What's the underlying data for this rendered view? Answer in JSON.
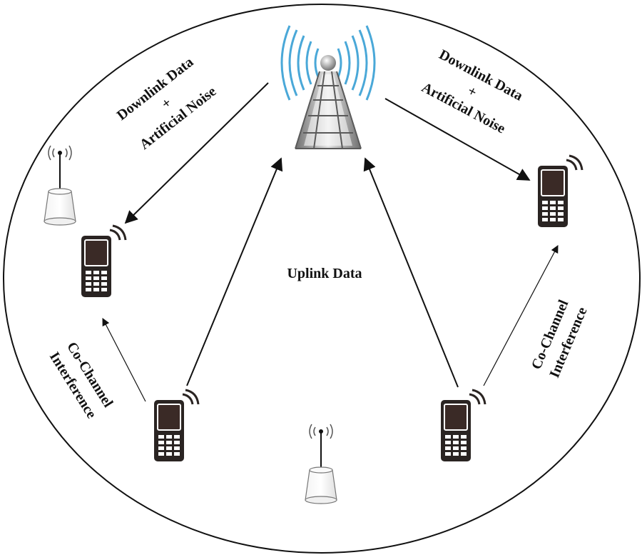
{
  "diagram": {
    "labels": {
      "downlink_left": {
        "line1": "Downlink Data",
        "line2": "+",
        "line3": "Artificial Noise"
      },
      "downlink_right": {
        "line1": "Downlink Data",
        "line2": "+",
        "line3": "Artificial Noise"
      },
      "uplink": "Uplink Data",
      "cci_left": {
        "line1": "Co-Channel",
        "line2": "Interference"
      },
      "cci_right": {
        "line1": "Co-Channel",
        "line2": "Interference"
      }
    },
    "nodes": [
      {
        "id": "base-station",
        "kind": "cell-tower-icon"
      },
      {
        "id": "downlink-user-left",
        "kind": "mobile-phone-icon"
      },
      {
        "id": "downlink-user-right",
        "kind": "mobile-phone-icon"
      },
      {
        "id": "uplink-user-left",
        "kind": "mobile-phone-icon"
      },
      {
        "id": "uplink-user-right",
        "kind": "mobile-phone-icon"
      },
      {
        "id": "eavesdropper-left",
        "kind": "eavesdropper-antenna-icon"
      },
      {
        "id": "eavesdropper-bottom",
        "kind": "eavesdropper-antenna-icon"
      }
    ],
    "links": [
      {
        "from": "base-station",
        "to": "downlink-user-left",
        "label": "Downlink Data + Artificial Noise"
      },
      {
        "from": "base-station",
        "to": "downlink-user-right",
        "label": "Downlink Data + Artificial Noise"
      },
      {
        "from": "uplink-user-left",
        "to": "base-station",
        "label": "Uplink Data"
      },
      {
        "from": "uplink-user-right",
        "to": "base-station",
        "label": "Uplink Data"
      },
      {
        "from": "uplink-user-left",
        "to": "downlink-user-left",
        "label": "Co-Channel Interference"
      },
      {
        "from": "uplink-user-right",
        "to": "downlink-user-right",
        "label": "Co-Channel Interference"
      }
    ],
    "colors": {
      "outline": "#111111",
      "phone_body": "#2a2422",
      "phone_screen": "#3a2a26",
      "signal_wave": "#4aa8d8",
      "tower_metal": "#8a8a8a"
    }
  }
}
